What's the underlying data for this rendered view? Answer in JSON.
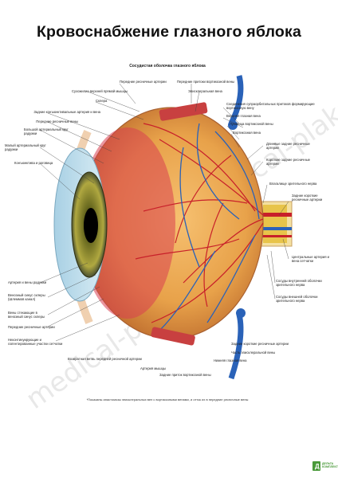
{
  "title": "Кровоснабжение глазного яблока",
  "subtitle": "Сосудистая оболочка глазного яблока",
  "footnote": "*Показаны анастомозы эписклеральных вен с вортикозными венами, и отток их в передние ресничные вены",
  "watermark": "medical-plakat.ru",
  "logo": {
    "line1": "ДЕЛЬТА",
    "line2": "КОМПЛЕКТ"
  },
  "labels_top": [
    "Передние ресничные артерии",
    "Передние притоки вортикозной вены",
    "Сухожилие верхней прямой мышцы",
    "Эписклеральная вена",
    "Склера"
  ],
  "labels_left": [
    "Задние конъюнктивальные артерия и вена",
    "Передние ресничные вены",
    "Большой артериальный круг радужки",
    "Малый артериальный круг радужки",
    "Конъюнктива и роговица",
    "Артерия и вены радужки",
    "Венозный синус склеры (Шлеммов канал)",
    "Вены стекающие в венозный синус склеры",
    "Передние ресничные артерии",
    "Неконтинуирующие и латентированные участки сетчатки"
  ],
  "labels_right": [
    "Соединения супраорбитальных притоков формирующие вортикозную вену",
    "Верхняя глазная вена",
    "Луковица вортикозной вены",
    "Вортикозная вена",
    "Длинные задние ресничные артерии",
    "Короткие задние ресничные артерии",
    "Влагалище зрительного нерва",
    "Задние короткие ресничные артерии",
    "Центральные артерия и вена сетчатки",
    "Сосуды внутренней оболочки зрительного нерва",
    "Сосуды внешней оболочки зрительного нерва"
  ],
  "labels_bottom": [
    "Возвратная ветвь передней ресничной артерии",
    "Артерия мышцы",
    "Задние приток вортикозной вены",
    "Нижняя глазная вена",
    "Часть эписклеральной вены",
    "Задние короткие ресничные артерии"
  ],
  "colors": {
    "artery": "#c8202a",
    "vein": "#2a62b8",
    "iris": "#3a3a10",
    "sclera": "#f2d8b8",
    "choroid": "#e8a24a",
    "cornea": "#9ec4d8"
  }
}
